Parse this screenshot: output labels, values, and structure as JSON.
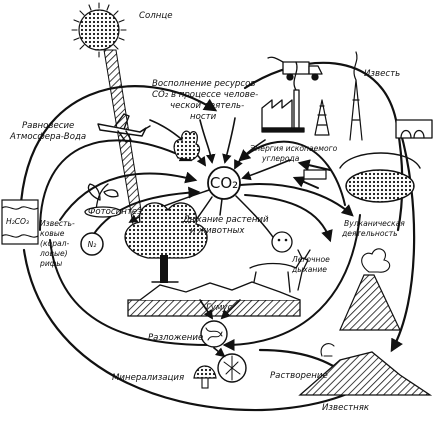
{
  "labels": {
    "sun": "Солнце",
    "co2_resources": [
      "Восполнение ресурсов",
      "CO₂ в процессе челове-",
      "ческой деятель-",
      "ности"
    ],
    "atmosphere_water": [
      "Равновесие",
      "Атмосфера-Вода"
    ],
    "fossil_energy": [
      "Энергия ископаемого",
      "углерода"
    ],
    "lime": "Известь",
    "h2co3": "H₂CO₃",
    "limestone_rocks": [
      "Известь-",
      "ковые",
      "(корал-",
      "ловые)",
      "рифы"
    ],
    "photosynthesis": "Фотосинтез",
    "co2": "CO₂",
    "respiration": [
      "Дыхание растений",
      "и животных"
    ],
    "volcanic": [
      "Вулканическая",
      "деятельность"
    ],
    "n2": "N₂",
    "humus": "Гумус",
    "lung_breathing": [
      "Легочное",
      "дыхание"
    ],
    "decomposition": "Разложение",
    "mineralization": "Минерализация",
    "dissolution": "Растворение",
    "limestone": "Известняк"
  }
}
